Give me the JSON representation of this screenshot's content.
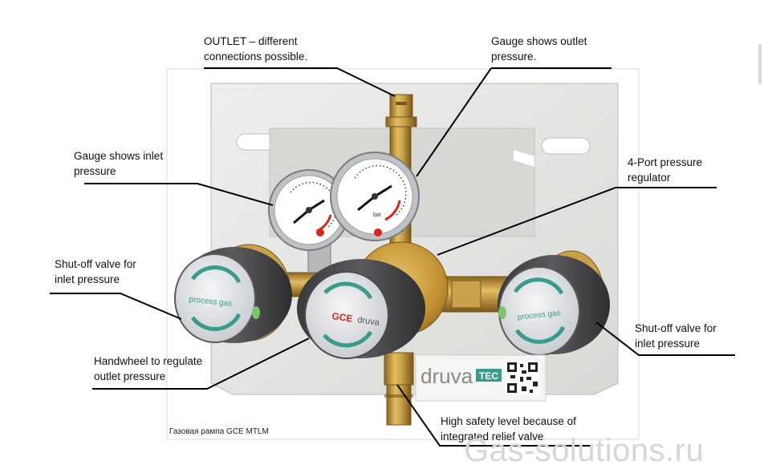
{
  "labels": {
    "outlet": "OUTLET – different\nconnections possible.",
    "outlet_gauge": "Gauge shows outlet\npressure.",
    "inlet_gauge": "Gauge shows inlet\npressure",
    "regulator": "4-Port pressure\nregulator",
    "shutoff_left": "Shut-off valve for\ninlet pressure",
    "shutoff_right": "Shut-off valve for\ninlet pressure",
    "handwheel": "Handwheel to regulate\noutlet pressure",
    "relief": "High safety level because of\nintegrated relief valve"
  },
  "product": {
    "knob_left_text": "process gas",
    "knob_right_text": "process gas",
    "center_knob_brand": "GCE",
    "center_knob_text": "druva",
    "plate_brand": "druva",
    "plate_badge": "TEC",
    "gauge_unit": "bar"
  },
  "caption": "Газовая рампа GCE MTLM",
  "watermark": "Gas-solutions.ru",
  "colors": {
    "brass": "#c9a24a",
    "knob_dark": "#4a4a4c",
    "knob_face": "#e4e6e8",
    "accent_teal": "#3a9b8c",
    "accent_red": "#d9261c",
    "plate": "#e6e6e4"
  }
}
